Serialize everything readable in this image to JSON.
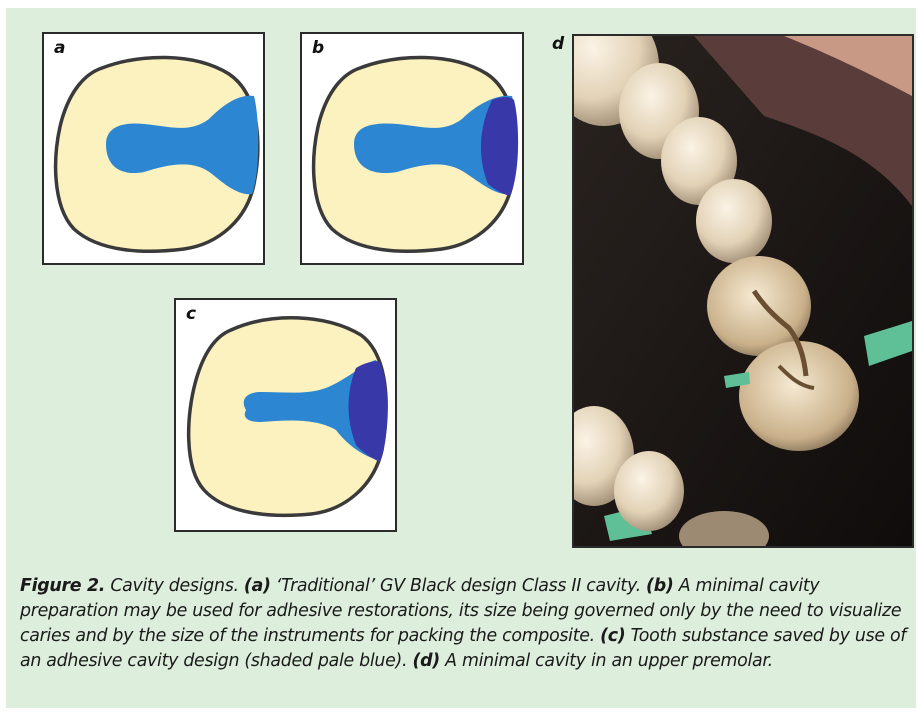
{
  "panels": {
    "a": {
      "label": "a"
    },
    "b": {
      "label": "b"
    },
    "c": {
      "label": "c"
    },
    "d": {
      "label": "d"
    }
  },
  "colors": {
    "background": "#ddeedd",
    "tooth_fill": "#fbf2c0",
    "tooth_outline": "#3a3a3a",
    "cavity_blue": "#2d86d2",
    "minimal_cavity_dark_blue": "#3838a8"
  },
  "caption": {
    "figure_label": "Figure 2.",
    "title": " Cavity designs. ",
    "a_marker": "(a)",
    "a_text": " ‘Traditional’ GV Black design Class II cavity. ",
    "b_marker": "(b)",
    "b_text": " A minimal cavity preparation may be used for adhesive restorations, its size being governed only by the need to visualize caries and by the size of the instruments for packing the composite. ",
    "c_marker": "(c)",
    "c_text": " Tooth substance saved by use of an adhesive cavity design (shaded pale blue). ",
    "d_marker": "(d)",
    "d_text": " A minimal cavity in an upper premolar."
  }
}
